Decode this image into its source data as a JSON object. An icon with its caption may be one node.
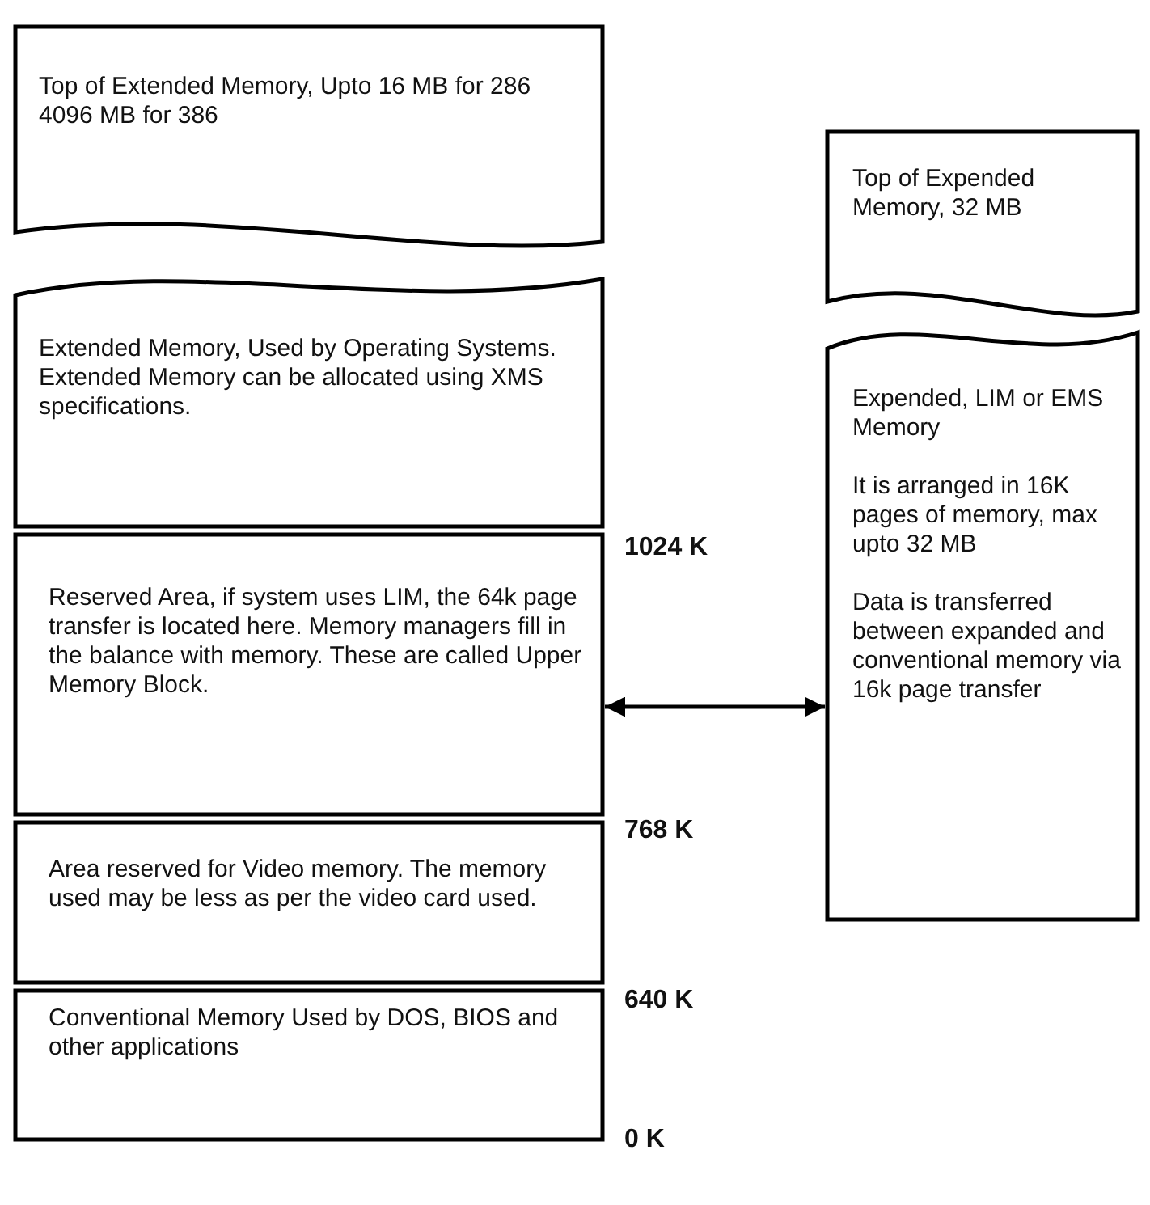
{
  "diagram": {
    "nodes": [
      {
        "text": [
          "Top of Extended Memory, Upto 16 MB for 286 4096 MB for 386"
        ]
      },
      {
        "text": [
          "Extended Memory, Used by Operating Systems. Extended Memory can be allocated using XMS specifications."
        ]
      },
      {
        "text": [
          "Reserved Area, if system uses LIM, the 64k page transfer is located here. Memory managers fill in the balance with memory. These are called Upper Memory Block."
        ]
      },
      {
        "text": [
          "Area reserved for Video memory. The memory used may be less as per the video card used."
        ]
      },
      {
        "text": [
          "Conventional Memory Used by DOS, BIOS and other applications"
        ]
      },
      {
        "text": [
          "Top of Expended Memory, 32 MB"
        ]
      },
      {
        "text": [
          "Expended, LIM or EMS Memory",
          "It is arranged in 16K pages of memory,  max upto 32 MB",
          "Data is transferred between expanded and conventional memory via 16k page transfer"
        ]
      }
    ],
    "edges": [
      {
        "from": 2,
        "to": 6,
        "arrow": "both"
      }
    ],
    "labels": [
      "1024 K",
      "768 K",
      "640 K",
      "0 K"
    ]
  }
}
